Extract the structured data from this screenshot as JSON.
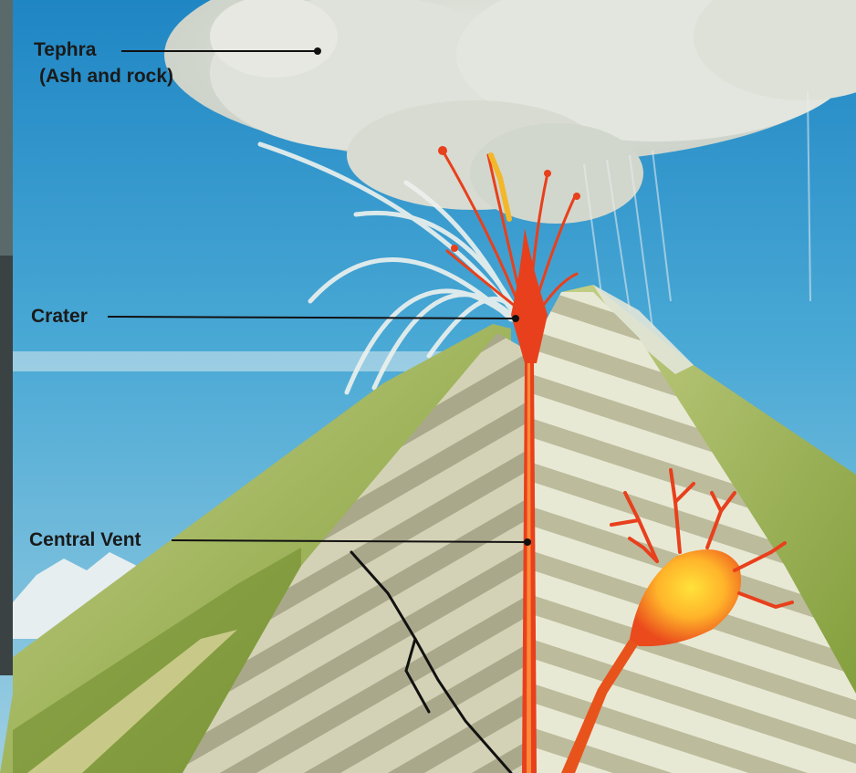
{
  "labels": {
    "tephra": {
      "line1": "Tephra",
      "line2": "(Ash and rock)"
    },
    "crater": "Crater",
    "central_vent": "Central Vent"
  },
  "colors": {
    "sky": "#3fa3d1",
    "ash": "#d9ddd3",
    "magma": "#e8401c",
    "magma_core": "#ffcf33",
    "vegetation": "#9fb94a",
    "cone_layer_light": "#e7e8d2",
    "cone_layer_dark": "#b3b293",
    "leader_line": "#111111"
  }
}
